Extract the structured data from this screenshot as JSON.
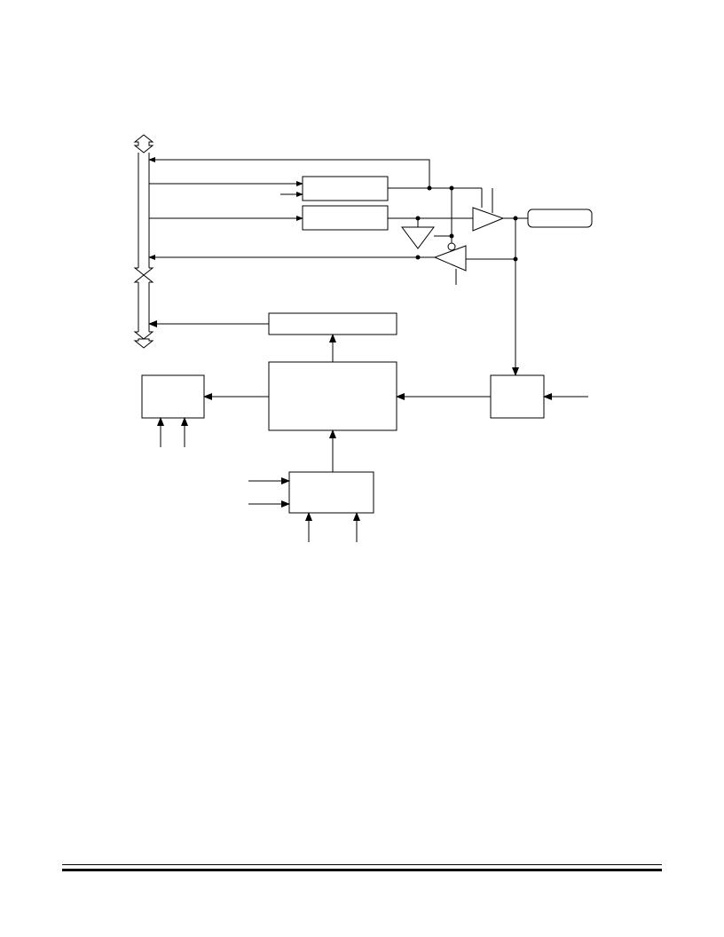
{
  "diagram": {
    "colors": {
      "stroke": "#000000",
      "fill": "#ffffff"
    },
    "blocks": [
      {
        "id": "register-a"
      },
      {
        "id": "register-b"
      },
      {
        "id": "bus-interface"
      },
      {
        "id": "control-logic"
      },
      {
        "id": "left-block"
      },
      {
        "id": "right-block"
      },
      {
        "id": "bottom-block"
      },
      {
        "id": "pin-terminal"
      }
    ],
    "symbols": [
      {
        "id": "output-buffer",
        "shape": "triangle-right"
      },
      {
        "id": "input-buffer",
        "shape": "triangle-left"
      },
      {
        "id": "enable-buffer",
        "shape": "triangle-down"
      },
      {
        "id": "bidirectional-bus",
        "shape": "double-arrow"
      }
    ]
  },
  "footer": {
    "rules": [
      "thin",
      "thick"
    ]
  }
}
